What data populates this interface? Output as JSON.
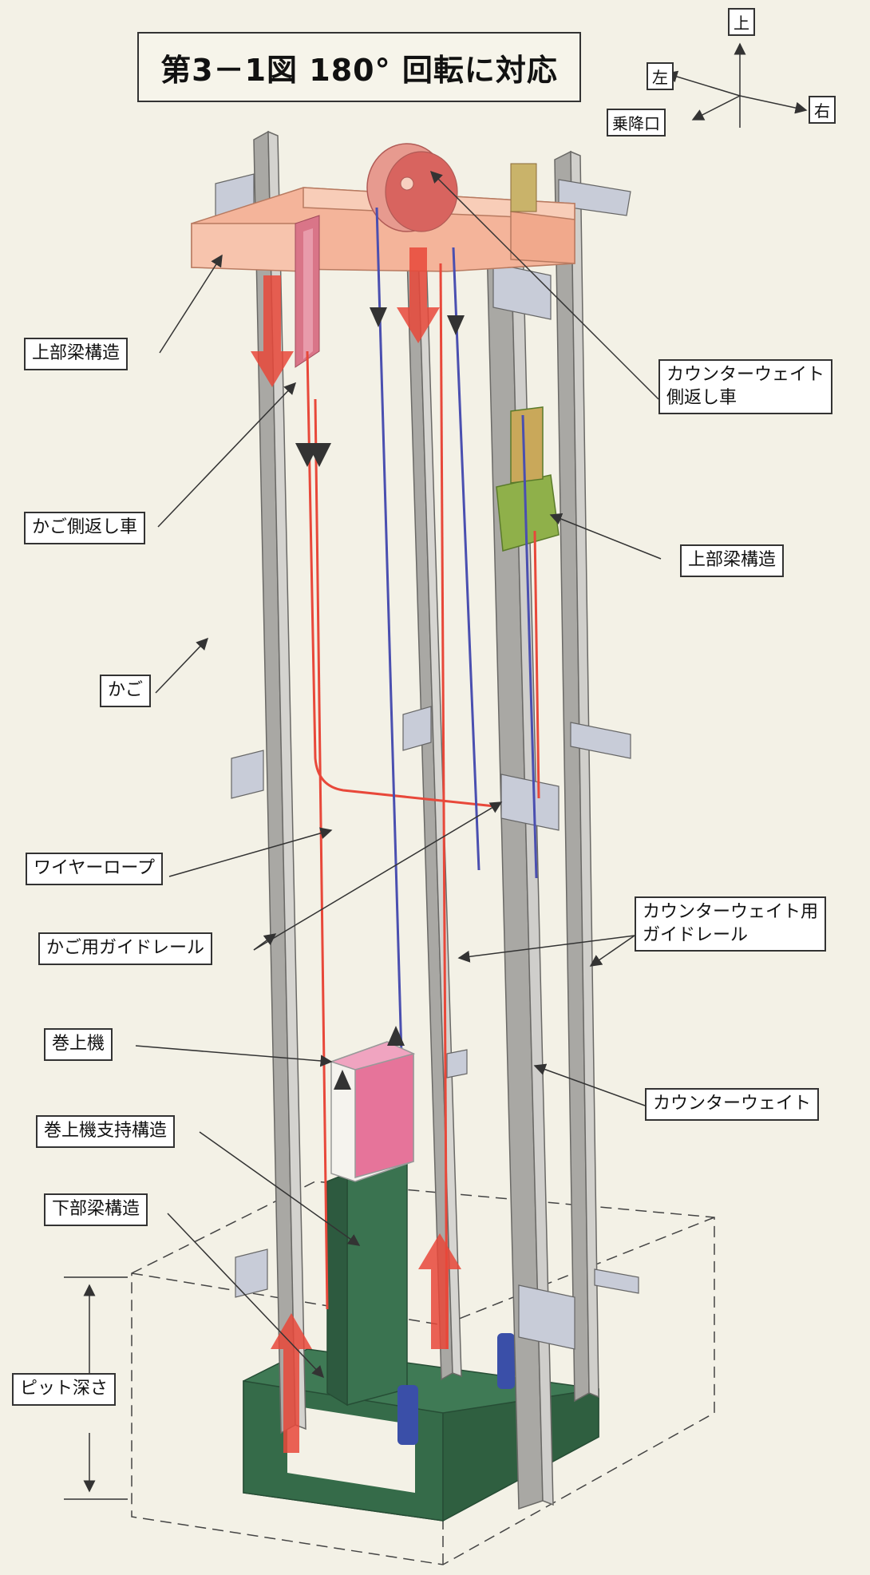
{
  "title": "第3－1図 180° 回転に対応",
  "directions": {
    "up": "上",
    "left": "左",
    "right": "右",
    "entrance": "乗降口"
  },
  "labels": {
    "upper_beam_left": "上部梁構造",
    "cw_sheave_line1": "カウンターウェイト",
    "cw_sheave_line2": "側返し車",
    "car_sheave": "かご側返し車",
    "upper_beam_right": "上部梁構造",
    "car": "かご",
    "wire_rope": "ワイヤーロープ",
    "car_guide_rail": "かご用ガイドレール",
    "cw_guide_rail_line1": "カウンターウェイト用",
    "cw_guide_rail_line2": "ガイドレール",
    "hoist": "巻上機",
    "counterweight": "カウンターウェイト",
    "hoist_support": "巻上機支持構造",
    "lower_beam": "下部梁構造",
    "pit_depth": "ピット深さ"
  },
  "colors": {
    "beam": "#f4b49a",
    "sheave": "#e79a8f",
    "rope_red": "#e8483a",
    "rope_blue": "#4a4fb0",
    "rail": "#a9a8a4",
    "hoist": "#e6749a",
    "support": "#3f7a55",
    "cw_block": "#8fb04a"
  }
}
